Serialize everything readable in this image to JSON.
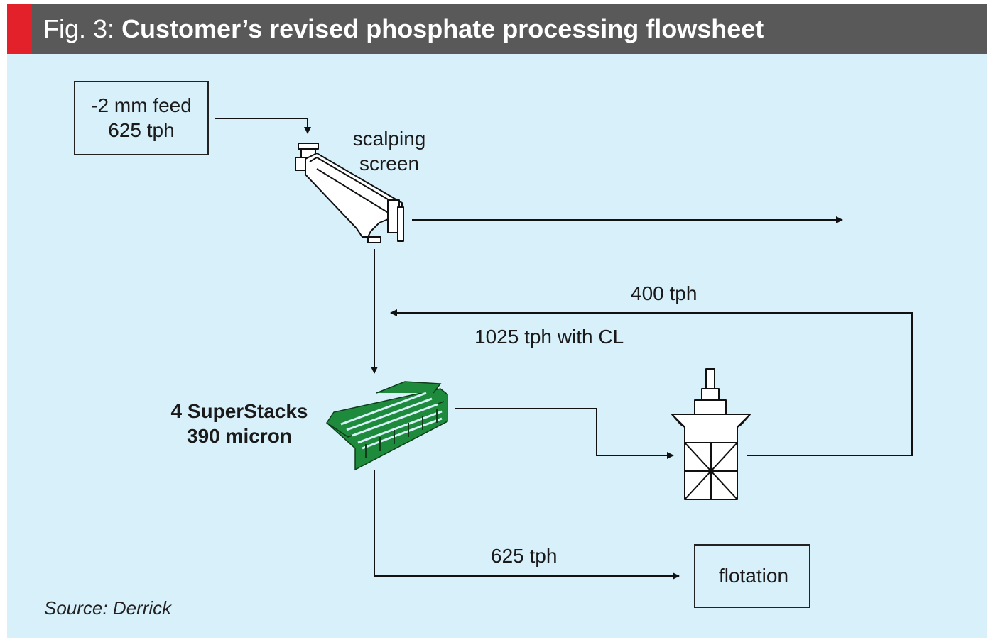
{
  "header": {
    "figure_label": "Fig. 3:",
    "title": "Customer’s revised phosphate processing flowsheet"
  },
  "nodes": {
    "feed": {
      "line1": "-2 mm feed",
      "line2": "625 tph"
    },
    "scalping_screen": {
      "line1": "scalping",
      "line2": "screen"
    },
    "superstacks": {
      "line1": "4 SuperStacks",
      "line2": "390 micron"
    },
    "flotation": {
      "label": "flotation"
    }
  },
  "flows": {
    "recycle": "400 tph",
    "combined": "1025 tph with CL",
    "to_flotation": "625 tph"
  },
  "source": "Source: Derrick",
  "colors": {
    "header_bg": "#5a5959",
    "accent": "#e3212b",
    "panel_bg": "#d7f0fa",
    "equipment_green": "#1e8a3c"
  }
}
